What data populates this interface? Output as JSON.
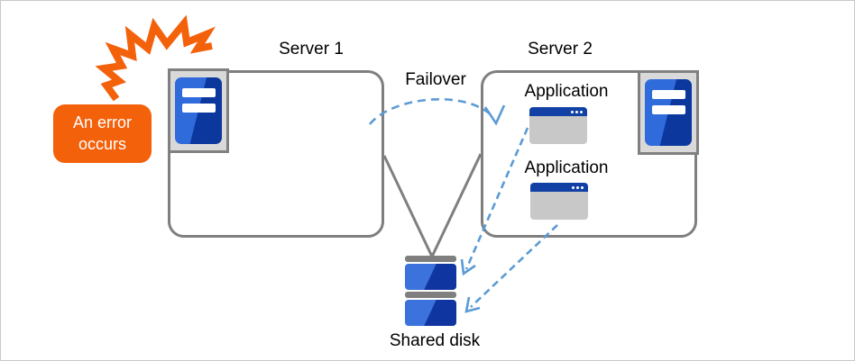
{
  "diagram": {
    "error_callout": {
      "label": "An error occurs"
    },
    "server1": {
      "label": "Server 1"
    },
    "server2": {
      "label": "Server 2",
      "applications": [
        {
          "label": "Application"
        },
        {
          "label": "Application"
        }
      ]
    },
    "failover": {
      "label": "Failover"
    },
    "shared_disk": {
      "label": "Shared disk"
    },
    "icons": {
      "error_burst": "lightning-burst-icon",
      "server_tower": "server-tower-icon",
      "application_window": "application-window-icon",
      "shared_disk_stack": "disk-stack-icon"
    },
    "colors": {
      "accent_orange": "#f4610b",
      "server_blue_light": "#2f6bdb",
      "server_blue_dark": "#0c389e",
      "titlebar_blue": "#1141a5",
      "connector_gray": "#7f7f7f",
      "dashed_arrow_blue": "#5b9bd5",
      "icon_frame_gray": "#d9d9d9",
      "app_body_gray": "#c8c8c8"
    }
  }
}
